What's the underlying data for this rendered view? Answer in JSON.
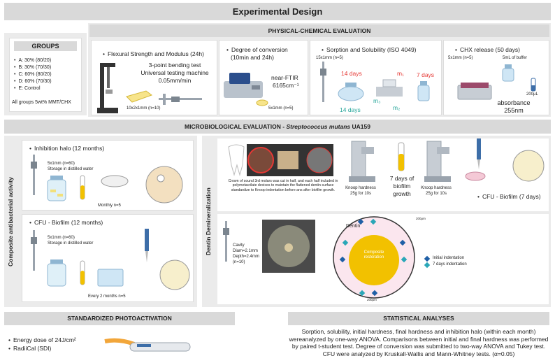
{
  "title": "Experimental Design",
  "groups": {
    "heading": "GROUPS",
    "items": [
      "A: 30% (80/20)",
      "B: 30% (70/30)",
      "C: 60% (80/20)",
      "D: 60% (70/30)",
      "E: Control"
    ],
    "note": "All groups 5wt% MMT/CHX"
  },
  "physical": {
    "heading": "PHYSICAL-CHEMICAL EVALUATION",
    "flexural": {
      "title": "Flexural Strength and Modulus (24h)",
      "test": "3-point bending test",
      "machine": "Universal testing machine",
      "speed": "0.05mm/min",
      "specimen": "10x2x1mm (n=10)"
    },
    "conversion": {
      "title_line1": "Degree of conversion",
      "title_line2": "(10min and 24h)",
      "method": "near-FTIR",
      "wavenumber": "6165cm⁻¹",
      "specimen": "5x1mm (n=5)"
    },
    "sorption": {
      "title": "Sorption and Solubility (ISO 4049)",
      "specimen": "15x1mm (n=5)",
      "days14a": "14 days",
      "days7": "7 days",
      "days14b": "14 days",
      "m1": "m₁",
      "m2": "m₂",
      "m3": "m₃"
    },
    "chx": {
      "title": "CHX release (50 days)",
      "specimen": "5x1mm (n=5)",
      "buffer": "5mL of buffer",
      "volume": "200μL",
      "absorbance": "absorbance",
      "wavelength": "255nm"
    }
  },
  "micro": {
    "heading": "MICROBIOLOGICAL EVALUATION",
    "organism": "Streptococcus mutans",
    "strain": "UA159",
    "side_label": "Composite antibacterial activity",
    "halo": {
      "title": "Inhibition halo (12 months)",
      "specimen": "5x1mm (n=60)",
      "storage": "Storage in distilled water",
      "frequency": "Monthly n=5"
    },
    "cfu": {
      "title": "CFU - Biofilm (12 months)",
      "specimen": "5x1mm (n=60)",
      "storage": "Storage in distilled water",
      "frequency": "Every 2 months n=5"
    }
  },
  "dentin": {
    "side_label": "Dentin Demineralization",
    "caption": "Crown of sound 3rd molars was cut in half, and each half included in polymetacrilate devices to maintain the flattened dentin surface standardize to Knoop indentation before ans after biofilm growth.",
    "knoop1": "Knoop hardness",
    "load1": "25g for 10s",
    "growth_line1": "7 days of",
    "growth_line2": "biofilm",
    "growth_line3": "growth",
    "knoop2": "Knoop hardness",
    "load2": "25g for 10s",
    "cfu7": "CFU - Biofilm (7 days)",
    "cavity": "Cavity",
    "diam": "Diam=2.1mm",
    "depth": "Depth=2.4mm",
    "n": "(n=10)",
    "dentin_label": "Dentin",
    "restoration_line1": "Composite",
    "restoration_line2": "restoration",
    "scale1": "200μm",
    "scale2": "200μm",
    "legend_initial": "Initial indentation",
    "legend_7days": "7 days indentation"
  },
  "photo": {
    "heading": "STANDARDIZED PHOTOACTIVATION",
    "energy": "Energy dose of 24J/cm²",
    "device": "RadiiCal (SDI)"
  },
  "stats": {
    "heading": "STATISTICAL ANALYSES",
    "text": "Sorption, solubility, initial hardness, final hardness and inhibition halo (within each month) wereanalyzed by one-way ANOVA. Comparisons between initial and final hardness was performed by paired t-student test. Degree of conversion was submitted to two-way ANOVA and Tukey test. CFU were analyzed by Kruskall-Wallis and Mann-Whitney tests.  (α=0.05)"
  },
  "colors": {
    "red": "#e53935",
    "teal": "#26a69a",
    "yellow": "#f2c100",
    "blue": "#1f5fa6",
    "cyan": "#2aa7b8"
  }
}
